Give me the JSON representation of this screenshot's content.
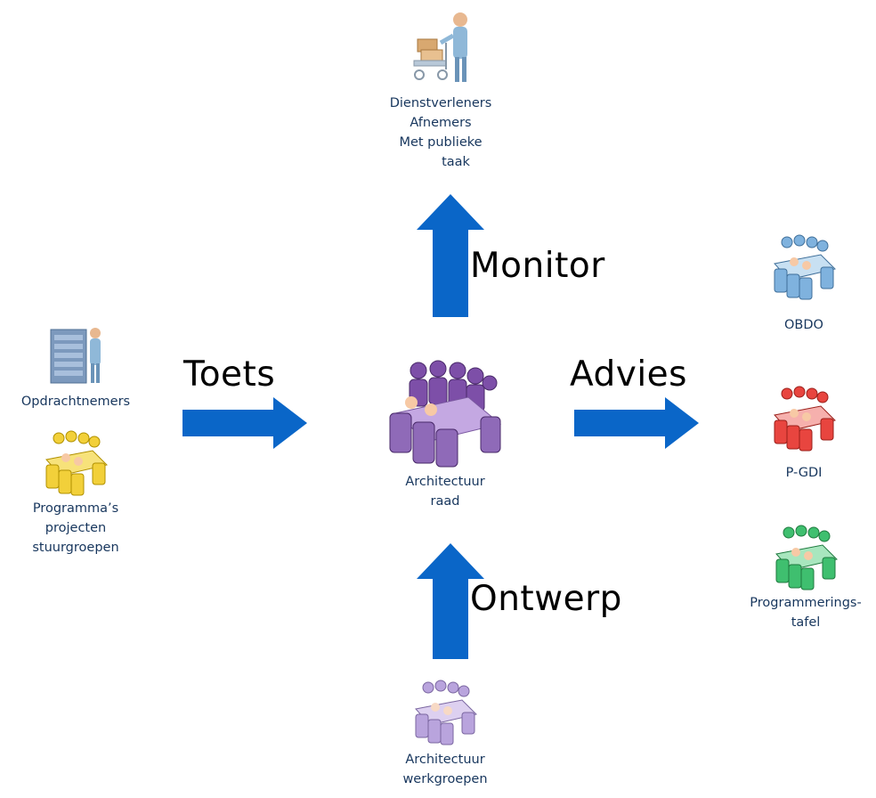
{
  "top": {
    "lines": [
      "Dienstverleners",
      "Afnemers",
      "Met publieke",
      "taak"
    ],
    "icon": "person-with-cart-icon"
  },
  "left_top": {
    "label": "Opdrachtnemers",
    "icon": "person-at-server-icon"
  },
  "left_bottom": {
    "lines": [
      "Programma’s",
      "projecten",
      "stuurgroepen"
    ],
    "icon": "meeting-group-icon",
    "color": "#e8c400"
  },
  "center": {
    "lines": [
      "Architectuur",
      "raad"
    ],
    "icon": "meeting-group-icon",
    "color": "#8a5bb5"
  },
  "bottom": {
    "lines": [
      "Architectuur",
      "werkgroepen"
    ],
    "icon": "meeting-group-icon",
    "color": "#a98fd0"
  },
  "right": [
    {
      "label": "OBDO",
      "color": "#6fa8dc",
      "icon": "meeting-group-icon"
    },
    {
      "label": "P-GDI",
      "color": "#e53935",
      "icon": "meeting-group-icon"
    },
    {
      "lines": [
        "Programmerings-",
        "tafel"
      ],
      "color": "#3cb371",
      "icon": "meeting-group-icon"
    }
  ],
  "arrows": {
    "monitor": "Monitor",
    "toets": "Toets",
    "advies": "Advies",
    "ontwerp": "Ontwerp",
    "color": "#0a66c8"
  }
}
